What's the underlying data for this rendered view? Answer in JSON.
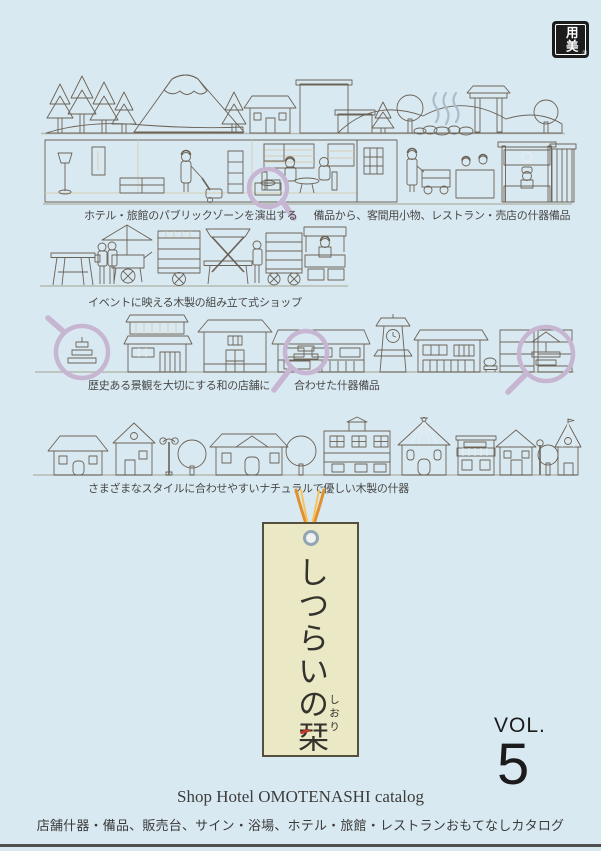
{
  "cover": {
    "brand_stamp": {
      "text": "用美",
      "mark": "®"
    },
    "captions": {
      "public_zone_left": "ホテル・旅館のパブリックゾーンを演出する",
      "public_zone_right": "備品から、客間用小物、レストラン・売店の什器備品",
      "event_shop": "イベントに映える木製の組み立て式ショップ",
      "historic_left": "歴史ある景観を大切にする和の店舗に",
      "historic_right": "合わせた什器備品",
      "natural_wood": "さまざまなスタイルに合わせやすいナチュラルで優しい木製の什器"
    },
    "bookmark_tag": {
      "title": "しつらいの栞",
      "furigana": "しおり"
    },
    "volume": {
      "label": "VOL.",
      "number": "5"
    },
    "subtitle": "Shop Hotel OMOTENASHI catalog",
    "tagline": "店舗什器・備品、販売台、サイン・浴場、ホテル・旅館・レストランおもてなしカタログ",
    "colors": {
      "background": "#d9e9f2",
      "tag_fill": "#ebe8c5",
      "string": "#eda23a",
      "stamp_bg": "#1c1c1c"
    }
  }
}
